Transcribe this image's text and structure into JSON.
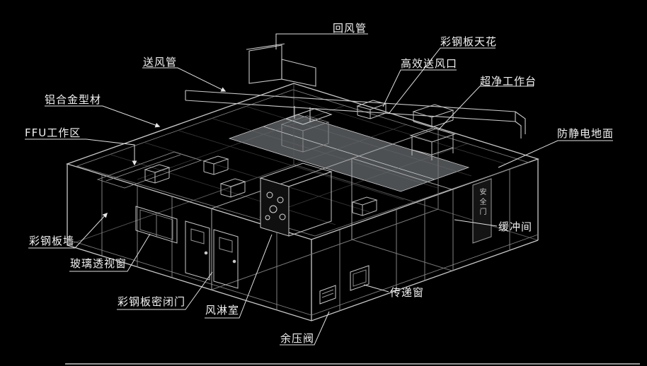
{
  "colors": {
    "background": "#000000",
    "line": "#c8c8c8",
    "faint_line": "#5a5a5a",
    "text": "#f2f2f2",
    "ceiling_panel": "#9aa0a5"
  },
  "labels": {
    "return_air_duct": "回风管",
    "color_steel_ceiling": "彩钢板天花",
    "supply_air_duct": "送风管",
    "hepa_outlet": "高效送风口",
    "clean_bench": "超净工作台",
    "aluminum_profile": "铝合金型材",
    "ffu_area": "FFU工作区",
    "antistatic_floor": "防静电地面",
    "buffer_room": "缓冲间",
    "steel_panel_wall": "彩钢板墙",
    "glass_window": "玻璃透视窗",
    "sealed_door": "彩钢板密闭门",
    "air_shower": "风淋室",
    "pass_window": "传递窗",
    "pressure_valve": "余压阀",
    "door_sign": "安全门"
  }
}
